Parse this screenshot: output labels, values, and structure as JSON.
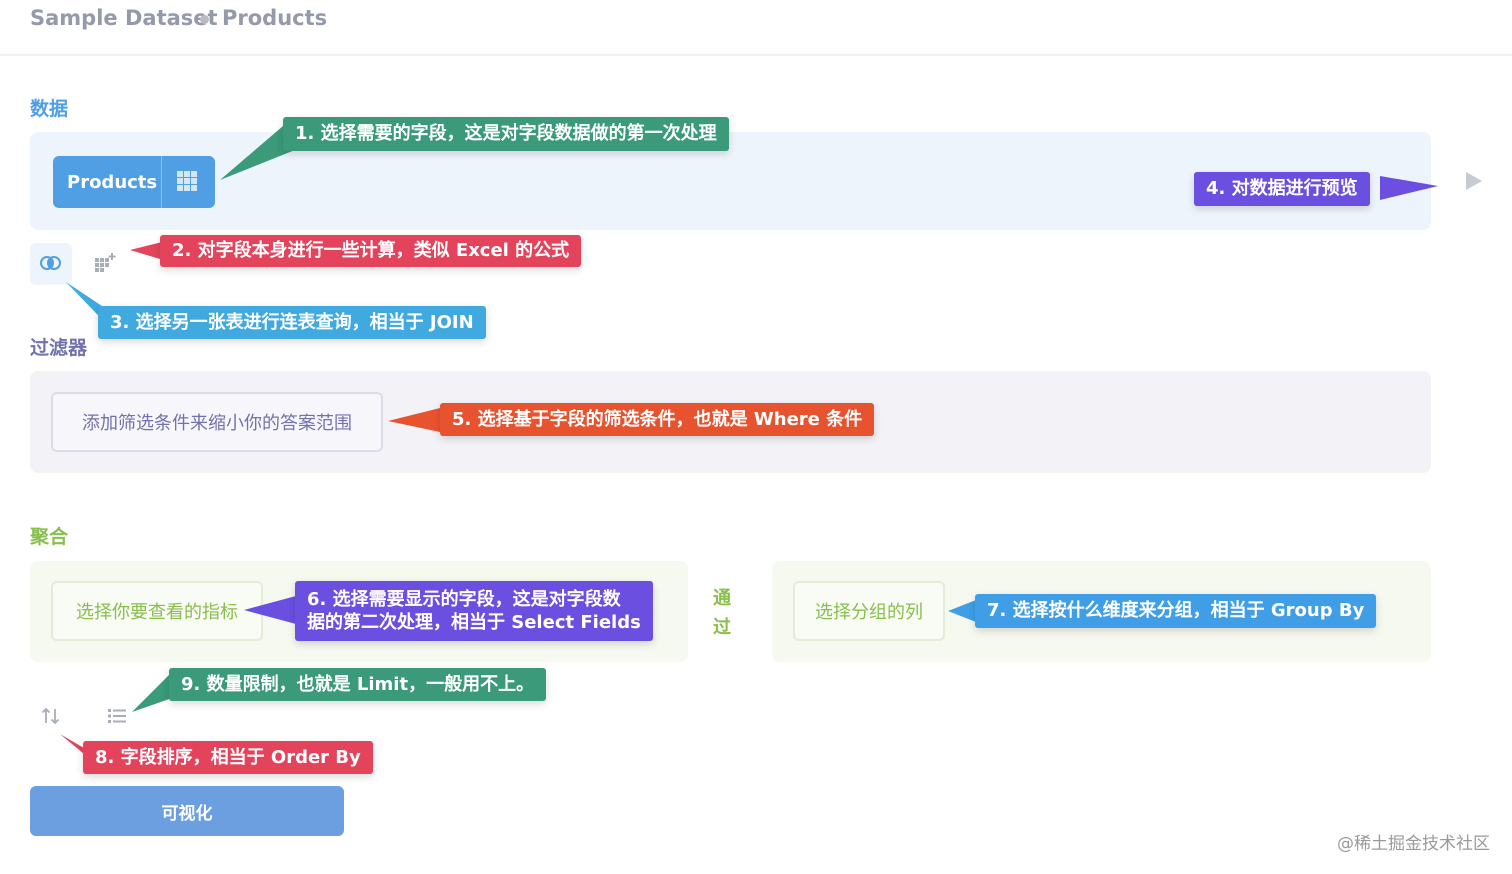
{
  "breadcrumb": {
    "dataset": "Sample Dataset",
    "table": "Products"
  },
  "sections": {
    "data": "数据",
    "filter": "过滤器",
    "summarize": "聚合"
  },
  "data_step": {
    "table_label": "Products"
  },
  "filter_step": {
    "placeholder": "添加筛选条件来缩小你的答案范围"
  },
  "summarize_step": {
    "metric_placeholder": "选择你要查看的指标",
    "by_label": "通过",
    "group_placeholder": "选择分组的列"
  },
  "visualize_button": "可视化",
  "callouts": {
    "c1": "1. 选择需要的字段，这是对字段数据做的第一次处理",
    "c2": "2. 对字段本身进行一些计算，类似 Excel 的公式",
    "c3": "3. 选择另一张表进行连表查询，相当于 JOIN",
    "c4": "4. 对数据进行预览",
    "c5": "5. 选择基于字段的筛选条件，也就是 Where 条件",
    "c6_line1": "6. 选择需要显示的字段，这是对字段数",
    "c6_line2": "据的第二次处理，相当于 Select Fields",
    "c7": "7. 选择按什么维度来分组，相当于 Group By",
    "c8": "8. 字段排序，相当于 Order By",
    "c9": "9. 数量限制，也就是 Limit，一般用不上。"
  },
  "watermark": "@稀土掘金技术社区",
  "colors": {
    "data_blue": "#509ee3",
    "filter_purple": "#7172ad",
    "summarize_green": "#88bf4d",
    "c1": "#3a9a7a",
    "c2": "#e3445c",
    "c3": "#3fa9e0",
    "c4": "#6a4fe0",
    "c5": "#e8532f",
    "c6": "#6a4fe0",
    "c7": "#3f9ee6",
    "c8": "#e3445c",
    "c9": "#3a9a7a"
  },
  "icons": [
    "table-grid-icon",
    "join-icon",
    "custom-column-icon",
    "preview-play-icon",
    "sort-icon",
    "limit-list-icon"
  ]
}
